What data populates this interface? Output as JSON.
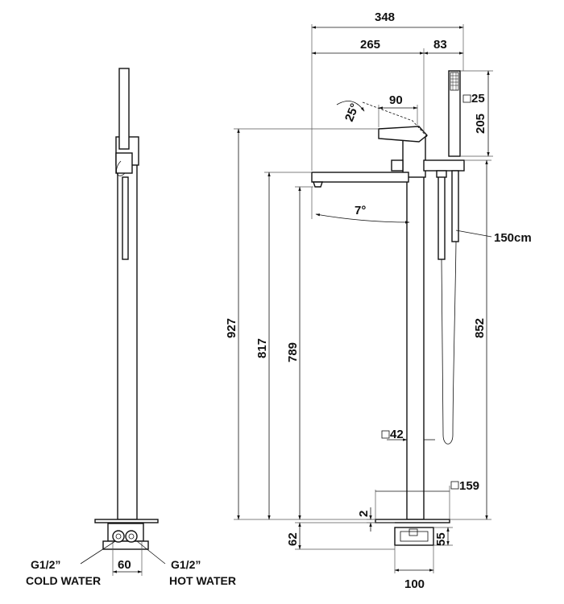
{
  "dimensions": {
    "total_width": "348",
    "spout_reach": "265",
    "handshower_offset": "83",
    "lever_length": "90",
    "lever_angle": "25°",
    "spout_angle": "7°",
    "handshower_square": "25",
    "handshower_height": "205",
    "hose_length": "150cm",
    "total_height": "927",
    "spout_top_height": "817",
    "spout_outlet_height": "789",
    "handshower_holder_height": "852",
    "column_square": "42",
    "base_square": "159",
    "base_plate_thickness": "2",
    "floor_box_depth": "62",
    "floor_box_height": "55",
    "floor_box_width": "100",
    "inlet_spacing": "60"
  },
  "connections": {
    "cold": {
      "thread": "G1/2”",
      "label": "COLD WATER"
    },
    "hot": {
      "thread": "G1/2”",
      "label": "HOT WATER"
    }
  }
}
